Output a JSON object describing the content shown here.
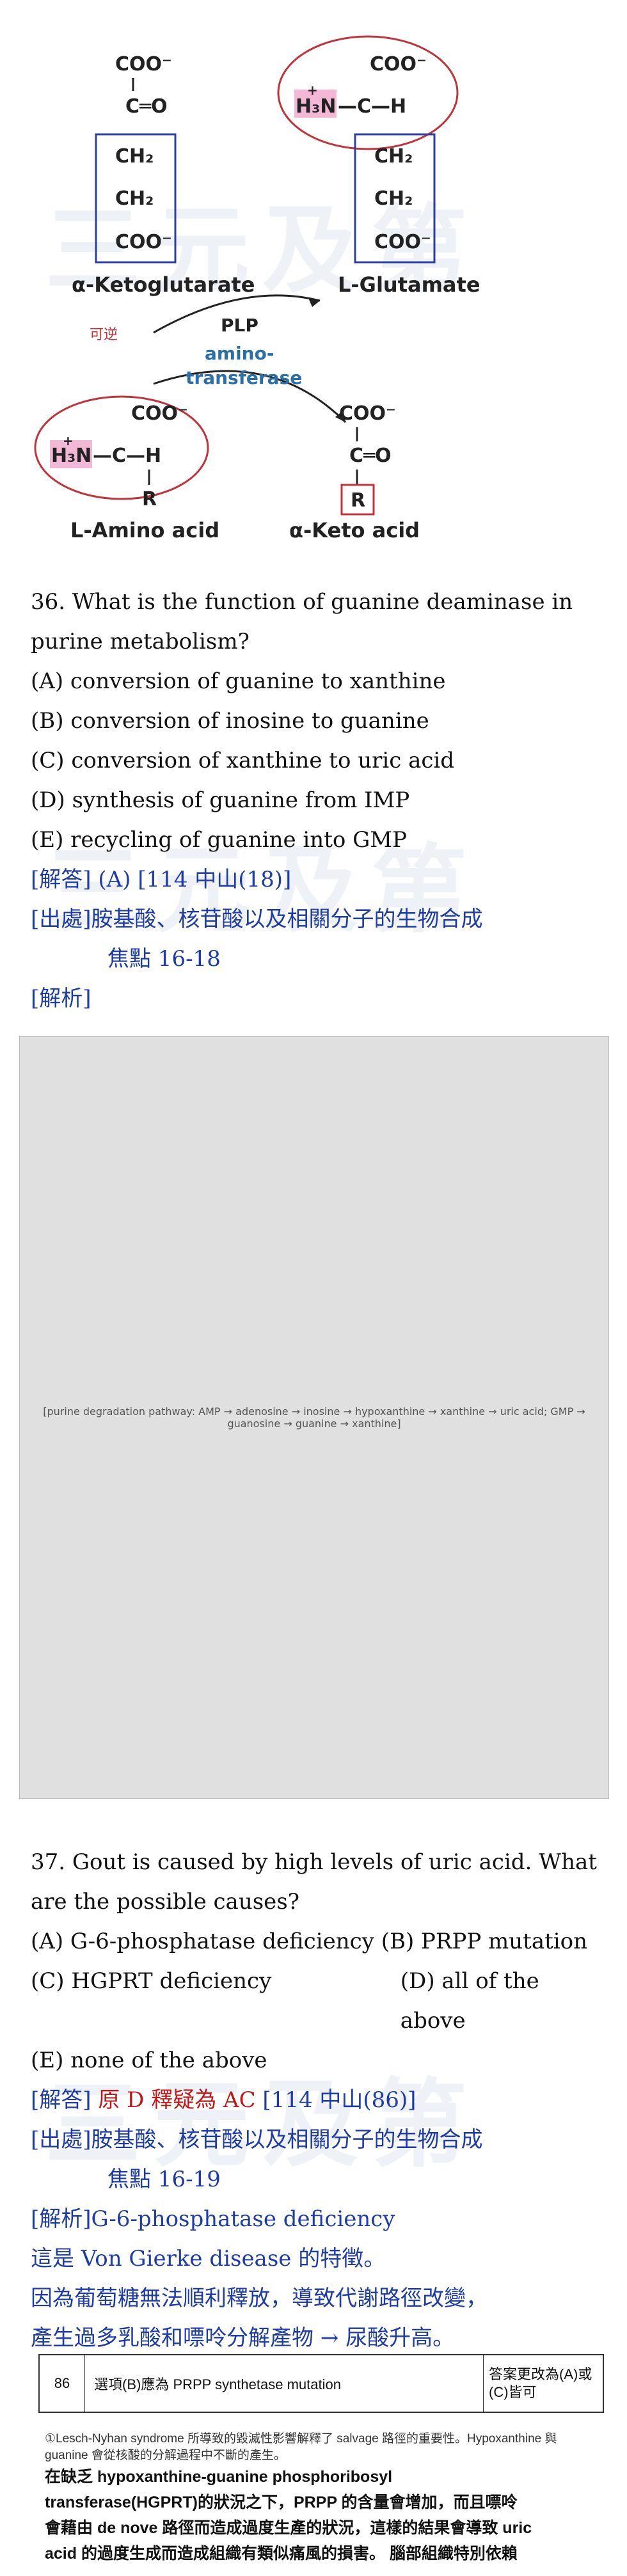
{
  "figure1": {
    "label_coo1": "COO⁻",
    "label_c1": "C═O",
    "label_ch2a": "CH₂",
    "label_ch2b": "CH₂",
    "label_coo1b": "COO⁻",
    "name1": "α-Ketoglutarate",
    "label_coo2": "COO⁻",
    "label_h3n2": "H₃N",
    "label_plus2": "+",
    "label_c2": "—C—H",
    "label_ch2c": "CH₂",
    "label_ch2d": "CH₂",
    "label_coo2b": "COO⁻",
    "name2": "L-Glutamate",
    "reversible": "可逆",
    "plp": "PLP",
    "enzyme": "amino-\ntransferase",
    "label_coo3": "COO⁻",
    "label_h3n3": "H₃N",
    "label_plus3": "+",
    "label_c3": "—C—H",
    "label_r3": "R",
    "name3": "L-Amino  acid",
    "label_coo4": "COO⁻",
    "label_c4": "C═O",
    "label_r4": "R",
    "name4": "α-Keto acid"
  },
  "figure2_alt": "[purine degradation pathway: AMP → adenosine → inosine → hypoxanthine → xanthine → uric acid; GMP → guanosine → guanine → xanthine]",
  "watermark_text": "三元及第",
  "q36": {
    "question_l1": "36. What is the function of guanine deaminase in",
    "question_l2": "purine metabolism?",
    "options": [
      "(A) conversion of guanine to xanthine",
      "(B) conversion of inosine to guanine",
      "(C) conversion of xanthine to uric acid",
      "(D) synthesis of guanine from IMP",
      "(E) recycling of guanine into GMP"
    ],
    "answer": "[解答] (A)     [114 中山(18)]",
    "source": "[出處]胺基酸、核苷酸以及相關分子的生物合成",
    "focus": "焦點 16-18",
    "explain": "[解析]"
  },
  "q37": {
    "question_l1": "37. Gout is caused by high levels of uric acid. What",
    "question_l2": "are the possible causes?",
    "opt_a": "(A) G-6-phosphatase deficiency",
    "opt_b": "(B) PRPP mutation",
    "opt_c": "(C) HGPRT deficiency",
    "opt_d": "(D) all of the above",
    "opt_e": "(E) none of the above",
    "answer_prefix": "[解答] ",
    "answer_red": "原 D 釋疑為 AC",
    "answer_suffix": "     [114 中山(86)]",
    "source": "[出處]胺基酸、核苷酸以及相關分子的生物合成",
    "focus": "焦點 16-19",
    "explain": "[解析]G-6-phosphatase deficiency",
    "line1": "這是  Von Gierke disease  的特徵。",
    "line2": "因為葡萄糖無法順利釋放，導致代謝路徑改變，",
    "line3": "產生過多乳酸和嘌呤分解產物  →  尿酸升高。"
  },
  "table": {
    "num": "86",
    "item": "選項(B)應為 PRPP synthetase mutation",
    "decision": "答案更改為(A)或(C)皆可"
  },
  "note": {
    "small": "①Lesch-Nyhan syndrome 所導致的毀滅性影響解釋了 salvage 路徑的重要性。Hypoxanthine 與 guanine 會從核酸的分解過程中不斷的產生。",
    "l1": "在缺乏 hypoxanthine-guanine phosphoribosyl",
    "l2": "transferase(HGPRT)的狀況之下，PRPP 的含量會增加，而且嘌呤",
    "l3": "會藉由 de nove 路徑而造成過度生產的狀況，這樣的結果會導致 uric",
    "l4": "acid 的過度生成而造成組織有類似痛風的損害。 腦部組織特別依賴"
  }
}
